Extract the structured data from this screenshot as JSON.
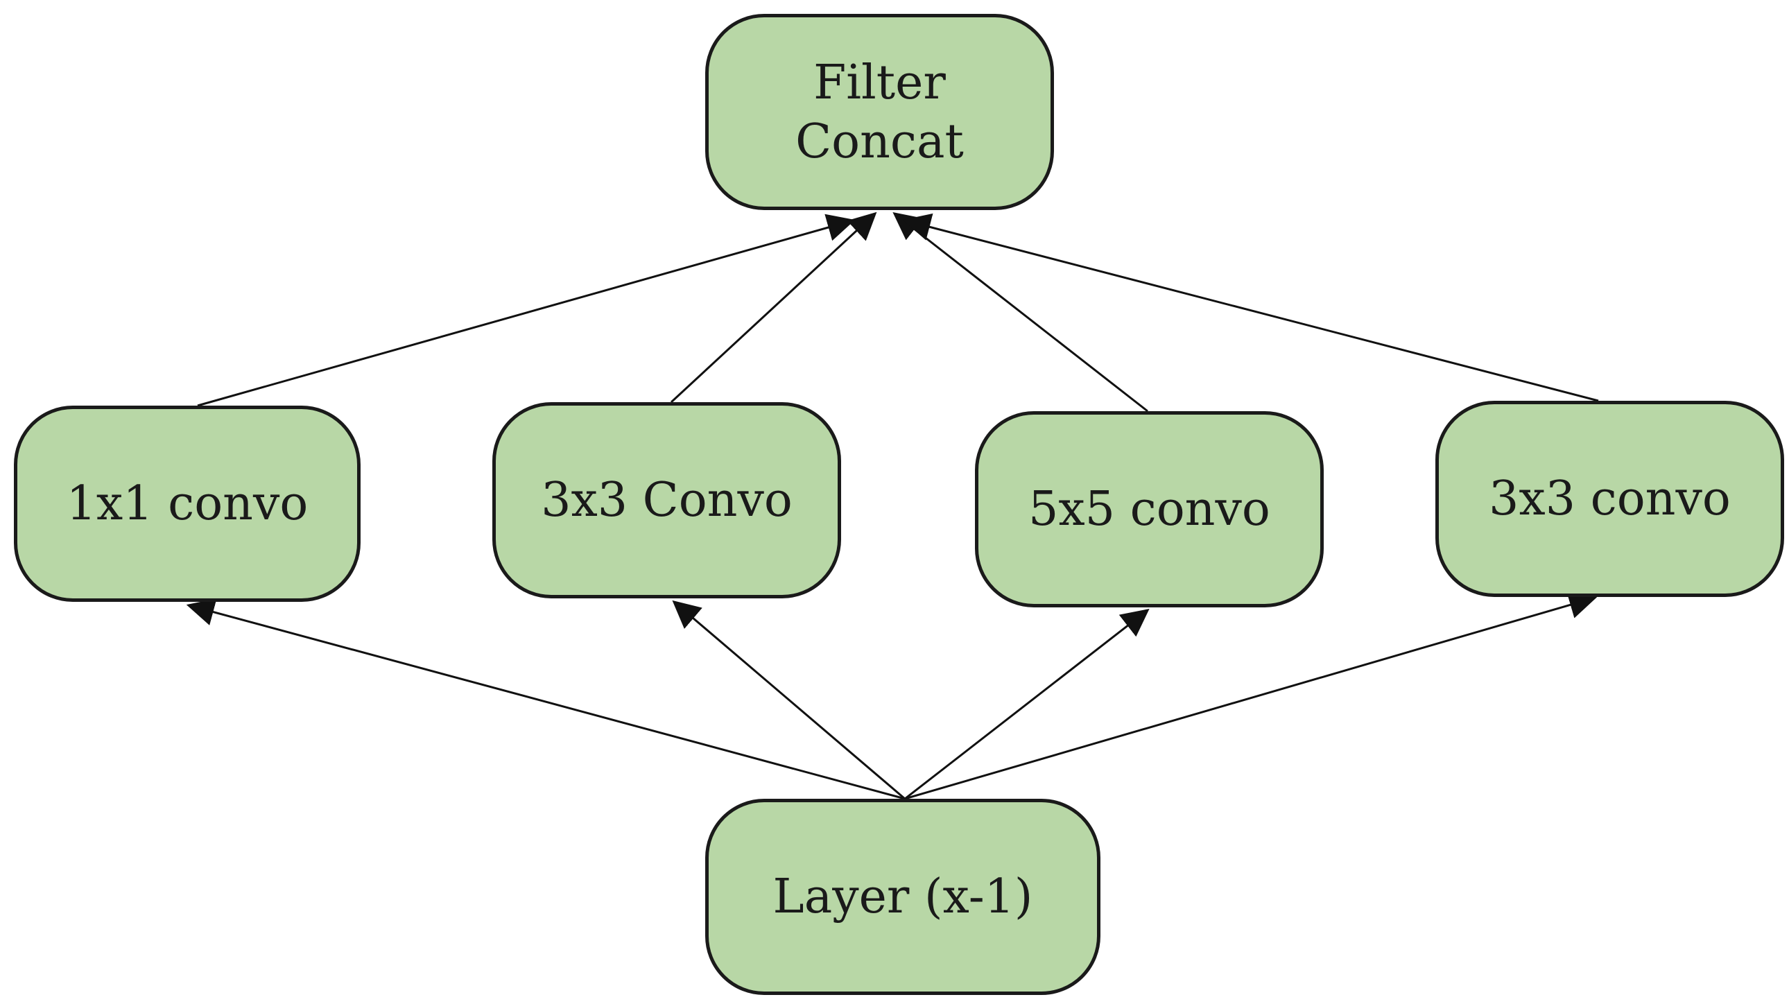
{
  "nodes": {
    "concat": {
      "line1": "Filter",
      "line2": "Concat"
    },
    "conv_1x1": {
      "label": "1x1 convo"
    },
    "conv_3x3_a": {
      "label": "3x3 Convo"
    },
    "conv_5x5": {
      "label": "5x5 convo"
    },
    "conv_3x3_b": {
      "label": "3x3 convo"
    },
    "layer": {
      "label": "Layer (x-1)"
    }
  },
  "colors": {
    "node_fill": "#b8d7a6",
    "node_stroke": "#1a1a1a",
    "edge": "#111111"
  }
}
